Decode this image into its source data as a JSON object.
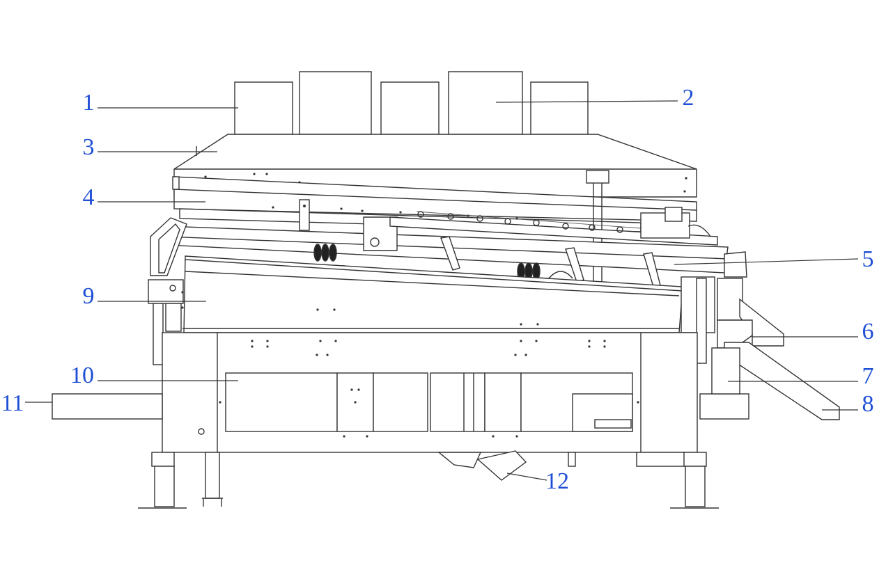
{
  "colors": {
    "label": "#1f4fd6",
    "line": "#333333",
    "background": "#ffffff"
  },
  "callouts": [
    {
      "id": "1",
      "text": "1"
    },
    {
      "id": "2",
      "text": "2"
    },
    {
      "id": "3",
      "text": "3"
    },
    {
      "id": "4",
      "text": "4"
    },
    {
      "id": "5",
      "text": "5"
    },
    {
      "id": "6",
      "text": "6"
    },
    {
      "id": "7",
      "text": "7"
    },
    {
      "id": "8",
      "text": "8"
    },
    {
      "id": "9",
      "text": "9"
    },
    {
      "id": "10",
      "text": "10"
    },
    {
      "id": "11",
      "text": "11"
    },
    {
      "id": "12",
      "text": "12"
    }
  ]
}
